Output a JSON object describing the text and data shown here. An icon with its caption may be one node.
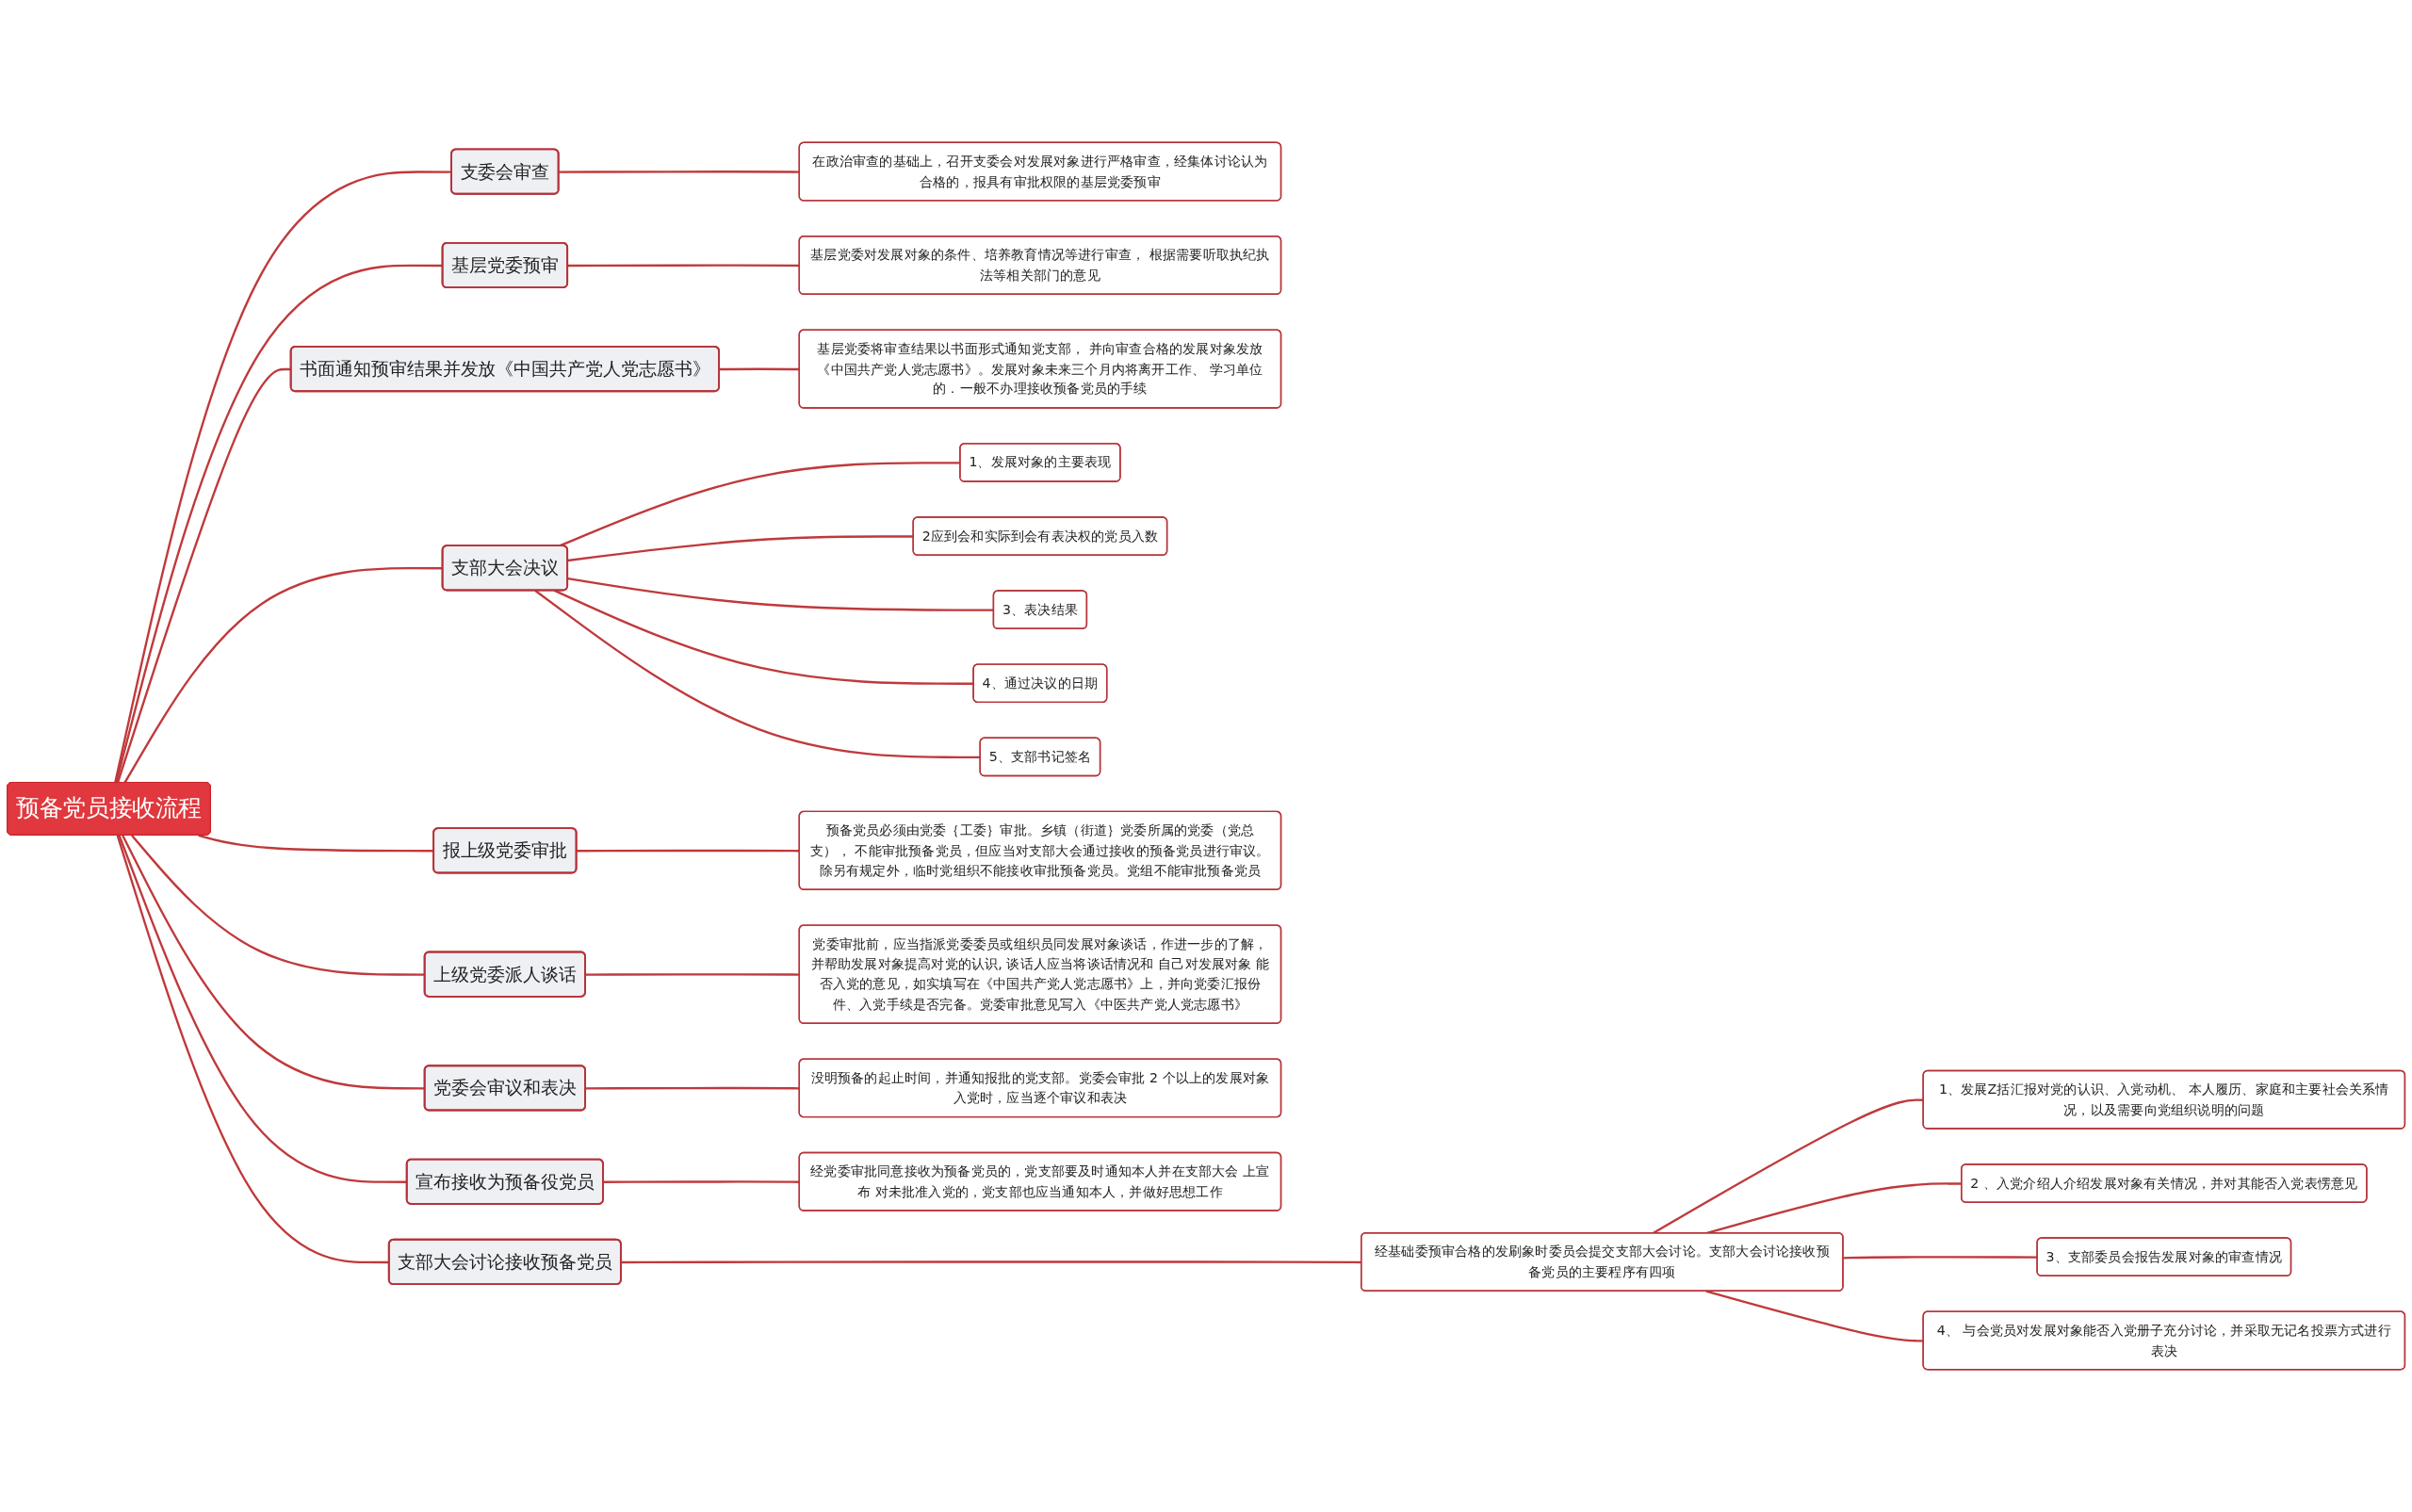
{
  "diagram": {
    "nodes": [
      {
        "text": [
          "预备党员接收流程"
        ]
      },
      {
        "text": [
          "支委会审查"
        ]
      },
      {
        "text": [
          "在政治审查的基础上，召开支委会对发展对象进行严格审查，经集体讨论认为合格的，报具有审批权限的基层党委预审"
        ]
      },
      {
        "text": [
          "基层党委预审"
        ]
      },
      {
        "text": [
          "基层党委对发展对象的条件、培养教育情况等进行审查， 根据需要听取执纪执法等相关部门的意见"
        ]
      },
      {
        "text": [
          "书面通知预审结果并发放《中国共产党人党志愿书》"
        ]
      },
      {
        "text": [
          "基层党委将审查结果以书面形式通知党支部， 并向审查合格的发展对象发放《中国共产党人党志愿书》。发展对象未来三个月内将离开工作、 学习单位的．一般不办理接收预备党员的手续"
        ]
      },
      {
        "text": [
          "支部大会讨论接收预备党员"
        ]
      },
      {
        "text": [
          "经基础委预审合格的发刷象时委员会提交支部大会讨论。支部大会讨论接收预备党员的主要程序有四项"
        ]
      },
      {
        "text": [
          "1、发展Z括汇报对党的认识、入党动机、 本人履历、家庭和主要社会关系情况，以及需要向党组织说明的问题"
        ]
      },
      {
        "text": [
          "2 、入党介绍人介绍发展对象有关情况，并对其能否入党表愣意见"
        ]
      },
      {
        "text": [
          "3、支部委员会报告发展对象的审查情况"
        ]
      },
      {
        "text": [
          "4、 与会党员对发展对象能否入党册子充分讨论，并采取无记名投票方式进行表决"
        ]
      },
      {
        "text": [
          "支部大会决议"
        ]
      },
      {
        "text": [
          "1、发展对象的主要表现"
        ]
      },
      {
        "text": [
          "2应到会和实际到会有表决权的党员入数"
        ]
      },
      {
        "text": [
          "3、表决结果"
        ]
      },
      {
        "text": [
          "4、通过决议的日期"
        ]
      },
      {
        "text": [
          "5、支部书记签名"
        ]
      },
      {
        "text": [
          "报上级党委审批"
        ]
      },
      {
        "text": [
          "预备党员必须由党委｛工委｝审批。乡镇（街道｝党委所属的党委（党总支）， 不能审批预备党员，但应当对支部大会通过接收的预备党员进行审议。除另有规定外，临时党组织不能接收审批预备党员。党组不能审批预备党员"
        ]
      },
      {
        "text": [
          "上级党委派人谈话"
        ]
      },
      {
        "text": [
          "党委审批前，应当指派党委委员或组织员同发展对象谈话，作进一步的了解，并帮助发展对象提高对党的认识, 谈话人应当将谈话情况和 自己对发展对象 能否入党的意见，如实填写在《中国共产党人党志愿书》上，并向党委汇报份件、入党手续是否完备。党委审批意见写入《中医共产党人党志愿书》"
        ]
      },
      {
        "text": [
          "党委会审议和表决"
        ]
      },
      {
        "text": [
          "没明预备的起止时间，并通知报批的党支部。党委会审批 2 个以上的发展对象入党时，应当逐个审议和表决"
        ]
      },
      {
        "text": [
          "宣布接收为预备役党员"
        ]
      },
      {
        "text": [
          "经党委审批同意接收为预备党员的，党支部要及时通知本人并在支部大会 上宣布 对未批准入党的，党支部也应当通知本人，并做好思想工作"
        ]
      }
    ],
    "edges": [
      {
        "from": 0,
        "to": 1,
        "arrow": "none"
      },
      {
        "from": 1,
        "to": 2,
        "arrow": "none"
      },
      {
        "from": 0,
        "to": 3,
        "arrow": "none"
      },
      {
        "from": 3,
        "to": 4,
        "arrow": "none"
      },
      {
        "from": 0,
        "to": 5,
        "arrow": "none"
      },
      {
        "from": 5,
        "to": 6,
        "arrow": "none"
      },
      {
        "from": 0,
        "to": 7,
        "arrow": "none"
      },
      {
        "from": 7,
        "to": 8,
        "arrow": "none"
      },
      {
        "from": 8,
        "to": 9,
        "arrow": "none"
      },
      {
        "from": 8,
        "to": 10,
        "arrow": "none"
      },
      {
        "from": 8,
        "to": 11,
        "arrow": "none"
      },
      {
        "from": 8,
        "to": 12,
        "arrow": "none"
      },
      {
        "from": 0,
        "to": 13,
        "arrow": "none"
      },
      {
        "from": 13,
        "to": 14,
        "arrow": "none"
      },
      {
        "from": 13,
        "to": 15,
        "arrow": "none"
      },
      {
        "from": 13,
        "to": 16,
        "arrow": "none"
      },
      {
        "from": 13,
        "to": 17,
        "arrow": "none"
      },
      {
        "from": 13,
        "to": 18,
        "arrow": "none"
      },
      {
        "from": 0,
        "to": 19,
        "arrow": "none"
      },
      {
        "from": 19,
        "to": 20,
        "arrow": "none"
      },
      {
        "from": 0,
        "to": 21,
        "arrow": "none"
      },
      {
        "from": 21,
        "to": 22,
        "arrow": "none"
      },
      {
        "from": 0,
        "to": 23,
        "arrow": "none"
      },
      {
        "from": 23,
        "to": 24,
        "arrow": "none"
      },
      {
        "from": 0,
        "to": 25,
        "arrow": "none"
      },
      {
        "from": 25,
        "to": 26,
        "arrow": "none"
      }
    ]
  }
}
